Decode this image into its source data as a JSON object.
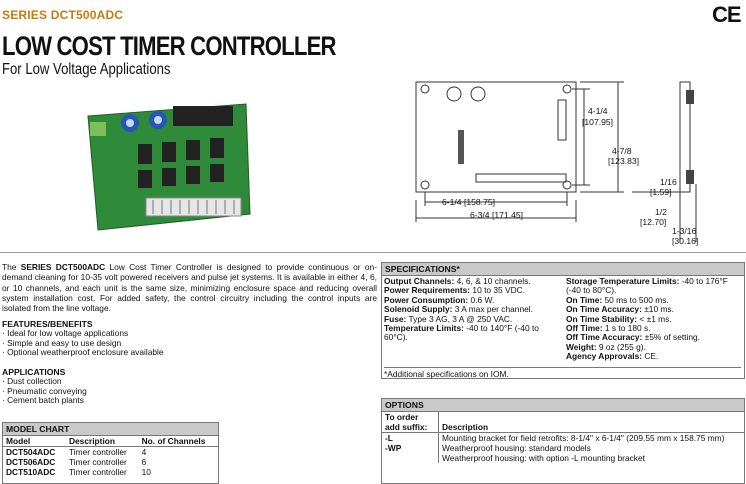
{
  "header": {
    "series": "SERIES DCT500ADC",
    "title": "LOW COST TIMER CONTROLLER",
    "subtitle": "For Low Voltage Applications",
    "cert_mark": "CE"
  },
  "dimensions": {
    "d1": "4-1/4",
    "d1b": "[107.95]",
    "d2": "4-7/8",
    "d2b": "[123.83]",
    "d3": "1/16",
    "d3b": "[1.59]",
    "d4": "1/2",
    "d4b": "[12.70]",
    "d5": "1-3/16",
    "d5b": "[30.16]",
    "d6": "6-1/4 [158.75]",
    "d7": "6-3/4 [171.45]"
  },
  "description": {
    "lead": "The ",
    "series": "SERIES DCT500ADC",
    "text": " Low Cost Timer Controller is designed to provide continuous or on-demand cleaning for 10-35 volt powered receivers and pulse jet systems. It is available in either 4, 6, or 10 channels, and each unit is the same size, minimizing enclosure space and reducing overall system installation cost. For added safety, the control circuitry including the control inputs are isolated from the line voltage."
  },
  "features": {
    "heading": "FEATURES/BENEFITS",
    "items": [
      "Ideal for low voltage applications",
      "Simple and easy to use design",
      "Optional weatherproof enclosure available"
    ]
  },
  "applications": {
    "heading": "APPLICATIONS",
    "items": [
      "Dust collection",
      "Pneumatic conveying",
      "Cement batch plants"
    ]
  },
  "specifications": {
    "heading": "SPECIFICATIONS*",
    "left": [
      {
        "label": "Output Channels:",
        "value": " 4, 6, & 10 channels."
      },
      {
        "label": "Power Requirements:",
        "value": " 10 to 35 VDC."
      },
      {
        "label": "Power Consumption:",
        "value": " 0.6 W."
      },
      {
        "label": "Solenoid Supply:",
        "value": " 3 A max per channel."
      },
      {
        "label": "Fuse:",
        "value": " Type 3 AG, 3 A @ 250 VAC."
      },
      {
        "label": "Temperature Limits:",
        "value": " -40 to 140°F (-40 to 60°C)."
      }
    ],
    "right": [
      {
        "label": "Storage Temperature Limits:",
        "value": " -40 to 176°F (-40 to 80°C)."
      },
      {
        "label": "On Time:",
        "value": " 50 ms to 500 ms."
      },
      {
        "label": "On Time Accuracy:",
        "value": " ±10 ms."
      },
      {
        "label": "On Time Stability:",
        "value": " < ±1 ms."
      },
      {
        "label": "Off Time:",
        "value": " 1 s to 180 s."
      },
      {
        "label": "Off Time Accuracy:",
        "value": " ±5% of setting."
      },
      {
        "label": "Weight:",
        "value": " 9 oz (255 g)."
      },
      {
        "label": "Agency Approvals:",
        "value": " CE."
      }
    ],
    "note": "*Additional specifications on IOM."
  },
  "options": {
    "heading": "OPTIONS",
    "col1": "To order add suffix:",
    "col2": "Description",
    "rows": [
      {
        "suffix": "-L",
        "desc": "Mounting bracket for field retrofits: 8-1/4\" x 6-1/4\" (209.55 mm x 158.75 mm)"
      },
      {
        "suffix": "-WP",
        "desc": "Weatherproof housing: standard models\nWeatherproof housing: with option -L mounting bracket"
      }
    ]
  },
  "model_chart": {
    "heading": "MODEL CHART",
    "columns": [
      "Model",
      "Description",
      "No. of Channels"
    ],
    "rows": [
      [
        "DCT504ADC",
        "Timer controller",
        "4"
      ],
      [
        "DCT506ADC",
        "Timer controller",
        "6"
      ],
      [
        "DCT510ADC",
        "Timer controller",
        "10"
      ]
    ]
  }
}
